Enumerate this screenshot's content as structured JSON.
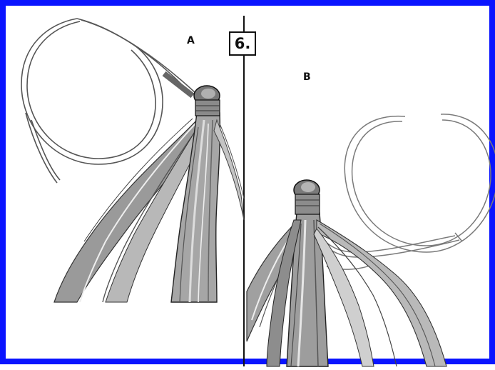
{
  "figure": {
    "step_number": "6.",
    "panel_a_label": "A",
    "panel_b_label": "B"
  },
  "colors": {
    "frame_border": "#0a14ff",
    "ink": "#111111",
    "shade": "#9a9a9a",
    "light_shade": "#cfcfcf"
  },
  "icons": {
    "panel_a": "knotted-bundle-with-loop-illustration",
    "panel_b": "knotted-bundle-with-loop-illustration"
  }
}
